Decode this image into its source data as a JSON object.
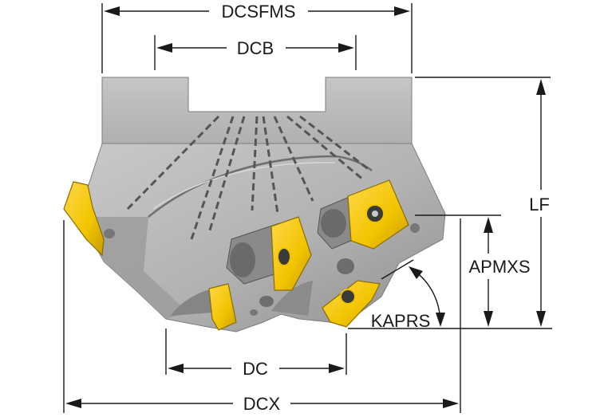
{
  "labels": {
    "dcsfms": "DCSFMS",
    "dcb": "DCB",
    "lf": "LF",
    "apmxs": "APMXS",
    "kaprs": "KAPRS",
    "dc": "DC",
    "dcx": "DCX"
  },
  "colors": {
    "body_light": "#bdbdbd",
    "body_mid": "#a3a3a3",
    "body_dark": "#7a7a7a",
    "insert_yellow": "#f2c400",
    "insert_dark": "#b08a00",
    "line": "#1a1a1a",
    "coolant_dash": "#5a5a5a"
  }
}
